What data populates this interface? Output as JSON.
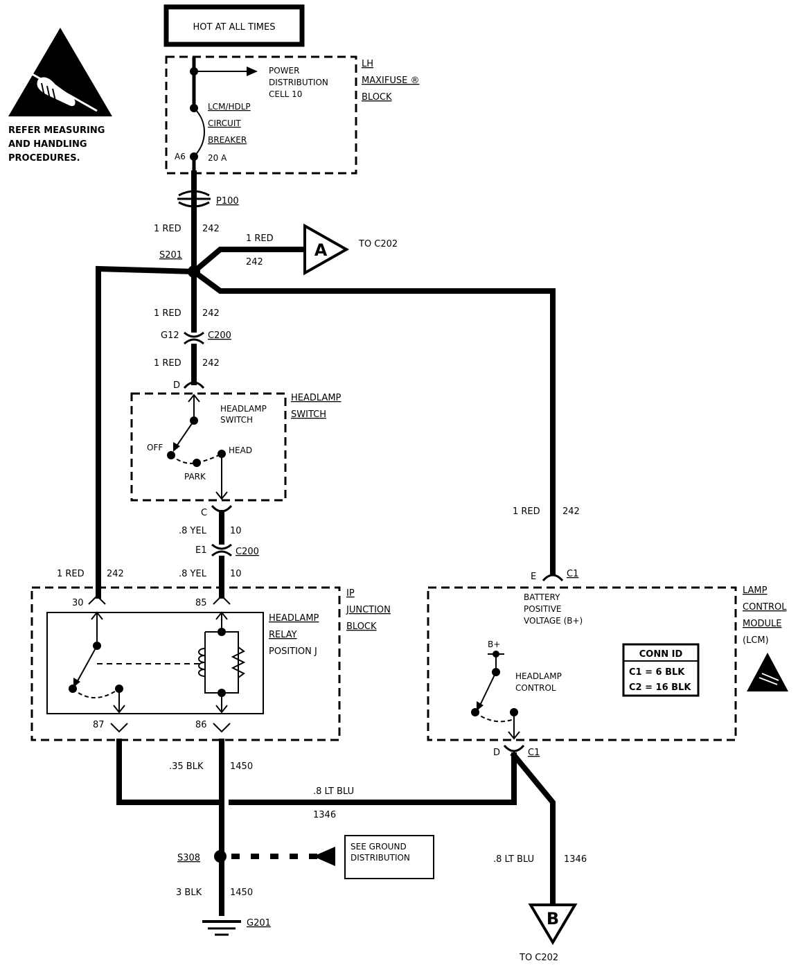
{
  "warning": {
    "icon": "esd-warning-icon",
    "lines": [
      "REFER MEASURING",
      "AND HANDLING",
      "PROCEDURES."
    ]
  },
  "hot_box": "HOT AT ALL TIMES",
  "fuse_block": {
    "name_lines": [
      "LH",
      "MAXIFUSE ®",
      "BLOCK"
    ],
    "power_lines": [
      "POWER",
      "DISTRIBUTION",
      "CELL 10"
    ],
    "breaker_lines": [
      "LCM/HDLP",
      "CIRCUIT",
      "BREAKER"
    ],
    "breaker_rating": "20 A",
    "pin": "A6"
  },
  "p100": "P100",
  "s201": "S201",
  "connector_a": {
    "letter": "A",
    "to": "TO C202"
  },
  "connector_b": {
    "letter": "B",
    "to": "TO C202"
  },
  "c200": {
    "name": "C200",
    "pin_top": "G12",
    "pin_bottom": "E1"
  },
  "headlamp_switch": {
    "name_lines": [
      "HEADLAMP",
      "SWITCH"
    ],
    "inner_lines": [
      "HEADLAMP",
      "SWITCH"
    ],
    "off": "OFF",
    "park": "PARK",
    "head": "HEAD",
    "pin_in": "D",
    "pin_out": "C"
  },
  "relay": {
    "block_lines": [
      "IP",
      "JUNCTION",
      "BLOCK"
    ],
    "relay_lines": [
      "HEADLAMP",
      "RELAY",
      "POSITION J"
    ],
    "pin30": "30",
    "pin85": "85",
    "pin87": "87",
    "pin86": "86"
  },
  "lcm": {
    "name_lines": [
      "LAMP",
      "CONTROL",
      "MODULE",
      "(LCM)"
    ],
    "bat_lines": [
      "BATTERY",
      "POSITIVE",
      "VOLTAGE (B+)"
    ],
    "bplus": "B+",
    "control_lines": [
      "HEADLAMP",
      "CONTROL"
    ],
    "conn_id_title": "CONN ID",
    "conn_id_lines": [
      "C1 = 6 BLK",
      "C2 = 16 BLK"
    ],
    "pin_e": "E",
    "pin_d": "D",
    "conn": "C1",
    "icon": "esd-warning-icon"
  },
  "wires": {
    "red1_size": "1 RED",
    "red1_circuit": "242",
    "yel_size": ".8 YEL",
    "yel_circuit": "10",
    "blk35_size": ".35 BLK",
    "blk_circuit": "1450",
    "blk3_size": "3 BLK",
    "ltblu_size": ".8 LT BLU",
    "ltblu_circuit": "1346"
  },
  "ground": {
    "splice": "S308",
    "ref_lines": [
      "SEE GROUND",
      "DISTRIBUTION"
    ],
    "point": "G201"
  }
}
